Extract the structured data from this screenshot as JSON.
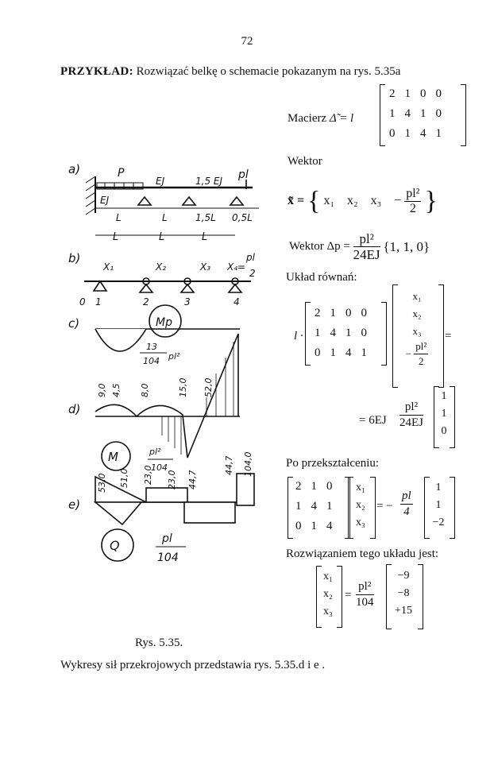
{
  "page_number": "72",
  "intro": {
    "label": "PRZYKŁAD:",
    "text": "Rozwiązać belkę o schemacie pokazanym na rys. 5.35a"
  },
  "matrix_section": {
    "label": "Macierz",
    "symbol": "Δ̃ = l",
    "rows": [
      [
        "2",
        "1",
        "0",
        "0"
      ],
      [
        "1",
        "4",
        "1",
        "0"
      ],
      [
        "0",
        "1",
        "4",
        "1"
      ]
    ]
  },
  "vector_section": {
    "label": "Wektor",
    "lhs": "x̃ =",
    "entries": [
      "x₁",
      "x₂",
      "x₃",
      "−"
    ],
    "frac_num": "pl²",
    "frac_den": "2"
  },
  "load_vector": {
    "label": "Wektor Δp =",
    "frac_num": "pl²",
    "frac_den": "24EJ",
    "values": "{1, 1, 0}"
  },
  "system_section": {
    "label": "Układ równań:",
    "prefix": "l ·",
    "matrix": [
      [
        "2",
        "1",
        "0",
        "0"
      ],
      [
        "1",
        "4",
        "1",
        "0"
      ],
      [
        "0",
        "1",
        "4",
        "1"
      ]
    ],
    "vector": [
      "x₁",
      "x₂",
      "x₃"
    ],
    "vector_last_num": "pl²",
    "vector_last_den": "2",
    "equals": "=",
    "rhs_prefix": "= 6EJ",
    "rhs_num": "pl²",
    "rhs_den": "24EJ",
    "rhs_vector": [
      "1",
      "1",
      "0"
    ]
  },
  "transformed_section": {
    "label": "Po przekształceniu:",
    "matrix": [
      [
        "2",
        "1",
        "0"
      ],
      [
        "1",
        "4",
        "1"
      ],
      [
        "0",
        "1",
        "4"
      ]
    ],
    "vector": [
      "x₁",
      "x₂",
      "x₃"
    ],
    "equals": "= −",
    "frac_num": "pl",
    "frac_den": "4",
    "rhs": [
      "1",
      "1",
      "−2"
    ]
  },
  "solution_section": {
    "label": "Rozwiązaniem tego układu jest:",
    "vector": [
      "x₁",
      "x₂",
      "x₃"
    ],
    "equals": "=",
    "frac_num": "pl²",
    "frac_den": "104",
    "rhs": [
      "−9",
      "−8",
      "+15"
    ]
  },
  "figure": {
    "caption": "Rys. 5.35.",
    "panel_labels": [
      "a)",
      "b)",
      "c)",
      "d)",
      "e)"
    ],
    "a": {
      "P": "P",
      "EJ_top": "EJ",
      "EJ_mid": "1,5 EJ",
      "pl": "pl",
      "EJ_left": "EJ",
      "dims": [
        "L",
        "L",
        "1,5L",
        "0,5L"
      ]
    },
    "b": {
      "dims": [
        "L",
        "L",
        "L"
      ],
      "x": [
        "X₁",
        "X₂",
        "X₃",
        "X₄="
      ],
      "pl_frac_num": "pl",
      "pl_frac_den": "2",
      "nodes": [
        "0",
        "1",
        "2",
        "3",
        "4"
      ]
    },
    "c": {
      "Mp": "Mp",
      "frac_num": "13",
      "frac_den": "104",
      "frac_suffix": "pl²",
      "vals": [
        "9,0",
        "4,5",
        "8,0",
        "15,0",
        "52,0"
      ]
    },
    "d": {
      "M": "M",
      "mult_num": "pl²",
      "mult_den": "104",
      "vals": [
        "44,7",
        "104,0"
      ]
    },
    "e": {
      "vals": [
        "53,0",
        "51,0",
        "23,0",
        "23,0",
        "44,7"
      ],
      "Q": "Q",
      "mult_num": "pl",
      "mult_den": "104"
    }
  },
  "footer": "Wykresy sił przekrojowych przedstawia rys. 5.35.d i e ."
}
